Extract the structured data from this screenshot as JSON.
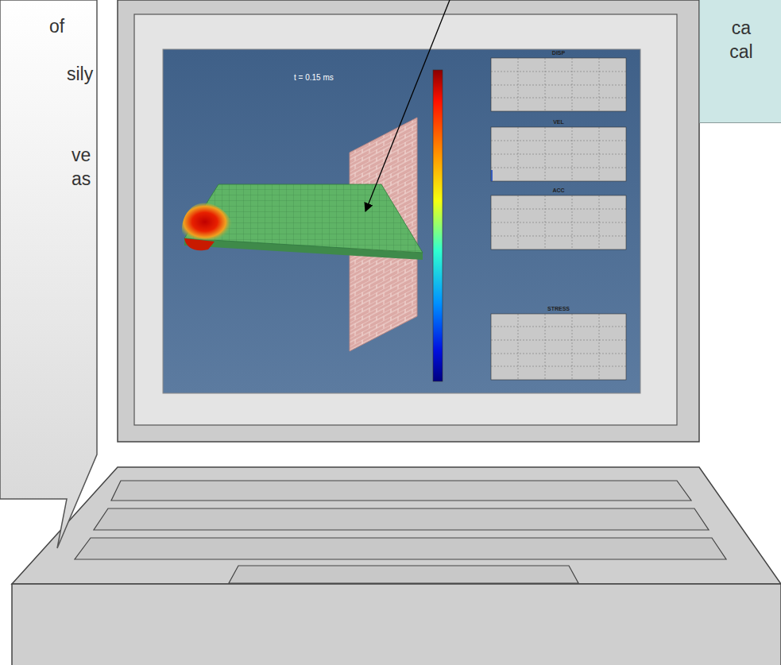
{
  "diagram": {
    "nodes": [
      {
        "text": [
          "of",
          "sily",
          "ve as"
        ]
      },
      {
        "text": [
          "ca cal"
        ]
      }
    ],
    "labels": [
      "t = 0.15 ms",
      "DISP",
      "VEL",
      "ACC",
      "STRESS"
    ]
  }
}
